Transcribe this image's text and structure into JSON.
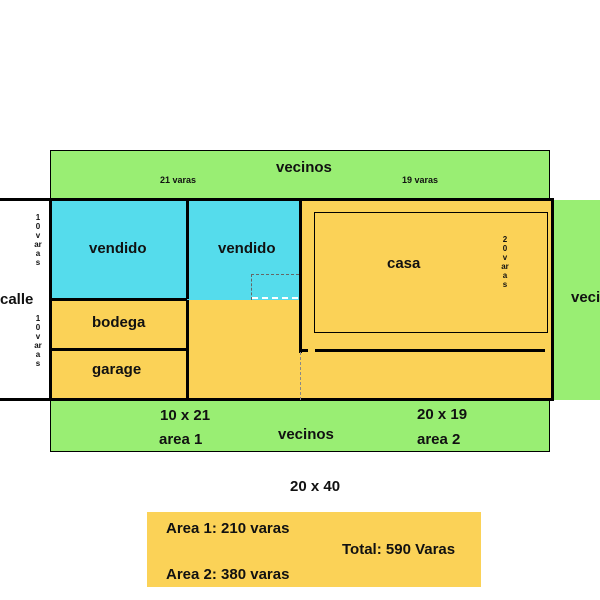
{
  "labels": {
    "vecinos_top": "vecinos",
    "vecinos_bottom": "vecinos",
    "vecinos_right": "veci",
    "calle": "calle",
    "top_left_dim": "21 varas",
    "top_right_dim": "19 varas",
    "left_upper_dim": "10 varas",
    "left_lower_dim": "10 varas",
    "casa_dim": "20 varas",
    "vendido_1": "vendido",
    "vendido_2": "vendido",
    "casa": "casa",
    "bodega": "bodega",
    "garage": "garage",
    "area1_dim": "10 x 21",
    "area1_name": "area 1",
    "area2_dim": "20 x 19",
    "area2_name": "area 2",
    "total_dim": "20 x 40"
  },
  "summary": {
    "area1": "Area 1: 210 varas",
    "area2": "Area 2: 380 varas",
    "total": "Total: 590 Varas"
  },
  "colors": {
    "neighbors": "#99ee73",
    "sold": "#55dcec",
    "property": "#fbd257"
  }
}
